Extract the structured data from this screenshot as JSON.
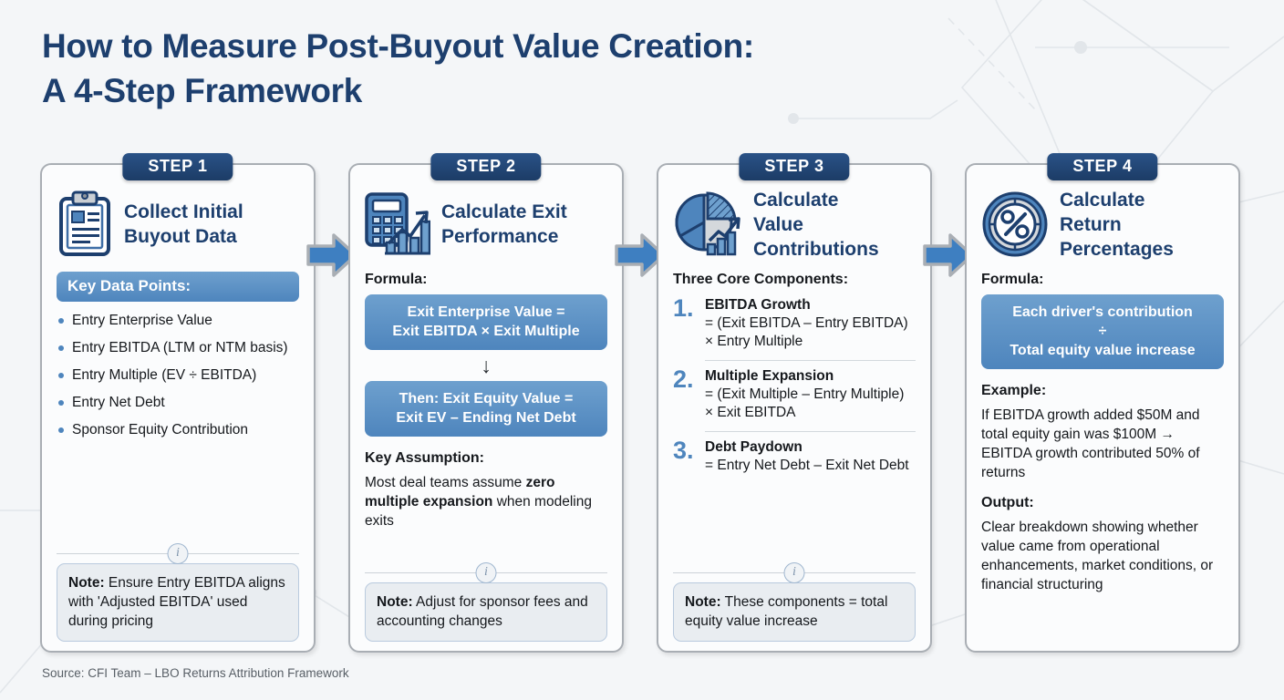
{
  "title": {
    "line1": "How to Measure Post-Buyout Value Creation:",
    "line2": "A 4-Step Framework"
  },
  "source": "Source: CFI Team – LBO Returns Attribution Framework",
  "colors": {
    "navy": "#1d3f6e",
    "badge_navy": "#1c3c66",
    "accent_blue": "#4e85bd",
    "page_bg": "#f4f6f8",
    "panel_bg": "#fbfcfd",
    "note_bg": "#e9edf1"
  },
  "steps": [
    {
      "badge": "STEP 1",
      "icon": "clipboard-icon",
      "heading_line1": "Collect Initial",
      "heading_line2": "Buyout Data",
      "banner": "Key Data Points:",
      "bullets": [
        "Entry Enterprise Value",
        "Entry EBITDA (LTM or NTM basis)",
        "Entry Multiple (EV ÷ EBITDA)",
        "Entry Net Debt",
        "Sponsor Equity Contribution"
      ],
      "note_label": "Note:",
      "note_text": " Ensure Entry EBITDA aligns with 'Adjusted EBITDA' used during pricing"
    },
    {
      "badge": "STEP 2",
      "icon": "calculator-chart-icon",
      "heading_line1": "Calculate Exit",
      "heading_line2": "Performance",
      "formula_label": "Formula:",
      "formula1_line1": "Exit Enterprise Value =",
      "formula1_line2": "Exit EBITDA × Exit Multiple",
      "arrow_glyph": "↓",
      "formula2_line1": "Then: Exit Equity Value =",
      "formula2_line2": "Exit EV – Ending Net Debt",
      "assumption_label": "Key Assumption:",
      "assumption_pre": "Most deal teams assume ",
      "assumption_bold": "zero multiple expansion",
      "assumption_post": " when modeling exits",
      "note_label": "Note:",
      "note_text": " Adjust for sponsor fees and accounting changes"
    },
    {
      "badge": "STEP 3",
      "icon": "pie-chart-icon",
      "heading_line1": "Calculate",
      "heading_line2": "Value",
      "heading_line3": "Contributions",
      "components_label": "Three Core Components:",
      "components": [
        {
          "num": "1.",
          "title": "EBITDA Growth",
          "formula": "= (Exit EBITDA – Entry EBITDA) × Entry Multiple"
        },
        {
          "num": "2.",
          "title": "Multiple Expansion",
          "formula": "= (Exit Multiple – Entry Multiple) × Exit EBITDA"
        },
        {
          "num": "3.",
          "title": "Debt Paydown",
          "formula": "= Entry Net Debt – Exit Net Debt"
        }
      ],
      "note_label": "Note:",
      "note_text": " These components = total equity value increase"
    },
    {
      "badge": "STEP 4",
      "icon": "percent-circle-icon",
      "heading_line1": "Calculate",
      "heading_line2": "Return",
      "heading_line3": "Percentages",
      "formula_label": "Formula:",
      "formula_line1": "Each driver's contribution",
      "formula_line2": "÷",
      "formula_line3": "Total equity value increase",
      "example_label": "Example:",
      "example_text": "If EBITDA growth added $50M and total equity gain was $100M → EBITDA growth contributed 50% of returns",
      "output_label": "Output:",
      "output_text": "Clear breakdown showing whether value came from operational enhancements, market conditions, or financial structuring"
    }
  ],
  "connectors": [
    {
      "name": "arrow-step1-to-step2"
    },
    {
      "name": "arrow-step2-to-step3"
    },
    {
      "name": "arrow-step3-to-step4"
    }
  ]
}
